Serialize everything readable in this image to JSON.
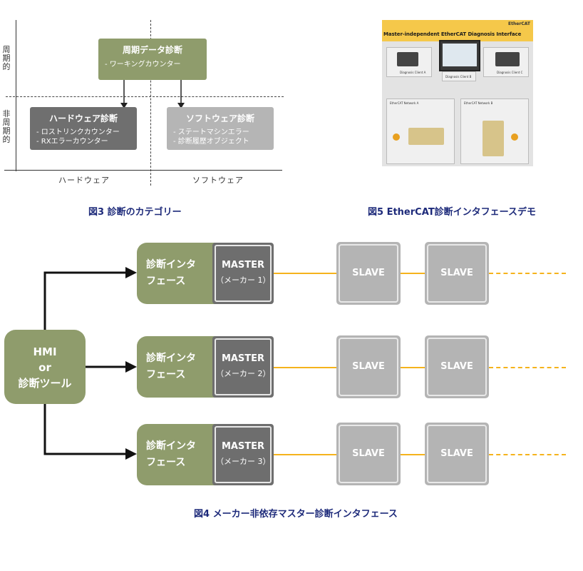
{
  "figure3": {
    "y_upper": "周期的",
    "y_lower": "非周期的",
    "x_left": "ハードウェア",
    "x_right": "ソフトウェア",
    "periodic": {
      "title": "周期データ診断",
      "items": [
        "-  ワーキングカウンター"
      ]
    },
    "hardware": {
      "title": "ハードウェア診断",
      "items": [
        "-  ロストリンクカウンター",
        "-  RXエラーカウンター"
      ]
    },
    "software": {
      "title": "ソフトウェア診断",
      "items": [
        "-  ステートマシンエラー",
        "-  診断履歴オブジェクト"
      ]
    },
    "caption": "図3 診断のカテゴリー"
  },
  "figure5": {
    "photo_title": "Master-independent EtherCAT Diagnosis Interface",
    "brand": "EtherCAT",
    "client_a": "Diagnosis Client A",
    "client_b": "Diagnosis Client B",
    "client_c": "Diagnosis Client C",
    "network_a": "EtherCAT Network A",
    "network_b": "EtherCAT Network B",
    "caption": "図5 EtherCAT診断インタフェースデモ"
  },
  "figure4": {
    "hmi": {
      "line1": "HMI",
      "line2": "or",
      "line3": "診断ツール"
    },
    "interface_line1": "診断インタ",
    "interface_line2": "フェース",
    "master_label": "MASTER",
    "slave_label": "SLAVE",
    "rows": [
      {
        "maker": "（メーカー 1）"
      },
      {
        "maker": "（メーカー 2）"
      },
      {
        "maker": "（メーカー 3）"
      }
    ],
    "caption": "図4 メーカー非依存マスター診断インタフェース",
    "colors": {
      "green": "#8f9c6c",
      "bus": "#f5b31c",
      "master": "#6e6e6e",
      "slave": "#b4b4b4"
    }
  }
}
